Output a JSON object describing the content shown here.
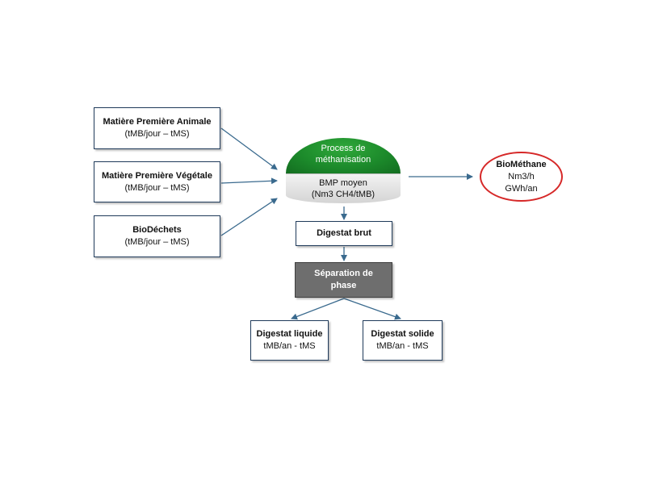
{
  "colors": {
    "arrow": "#3a6a8e",
    "box_border": "#1f3a5a",
    "dome_green": "#1c8a2b",
    "separation_fill": "#6e6e6e",
    "biomethane_border": "#d62828"
  },
  "sources": {
    "animal": {
      "title": "Matière Première Animale",
      "unit": "(tMB/jour – tMS)"
    },
    "vegetal": {
      "title": "Matière Première Végétale",
      "unit": "(tMB/jour – tMS)"
    },
    "biodechets": {
      "title": "BioDéchets",
      "unit": "(tMB/jour – tMS)"
    }
  },
  "digester": {
    "process_line1": "Process de",
    "process_line2": "méthanisation",
    "bmp_line1": "BMP moyen",
    "bmp_line2": "(Nm3 CH4/tMB)"
  },
  "biomethane": {
    "title": "BioMéthane",
    "line1": "Nm3/h",
    "line2": "GWh/an"
  },
  "digestat_brut": {
    "title": "Digestat brut"
  },
  "separation": {
    "line1": "Séparation de",
    "line2": "phase"
  },
  "outputs": {
    "liquide": {
      "title": "Digestat liquide",
      "unit": "tMB/an - tMS"
    },
    "solide": {
      "title": "Digestat solide",
      "unit": "tMB/an - tMS"
    }
  }
}
